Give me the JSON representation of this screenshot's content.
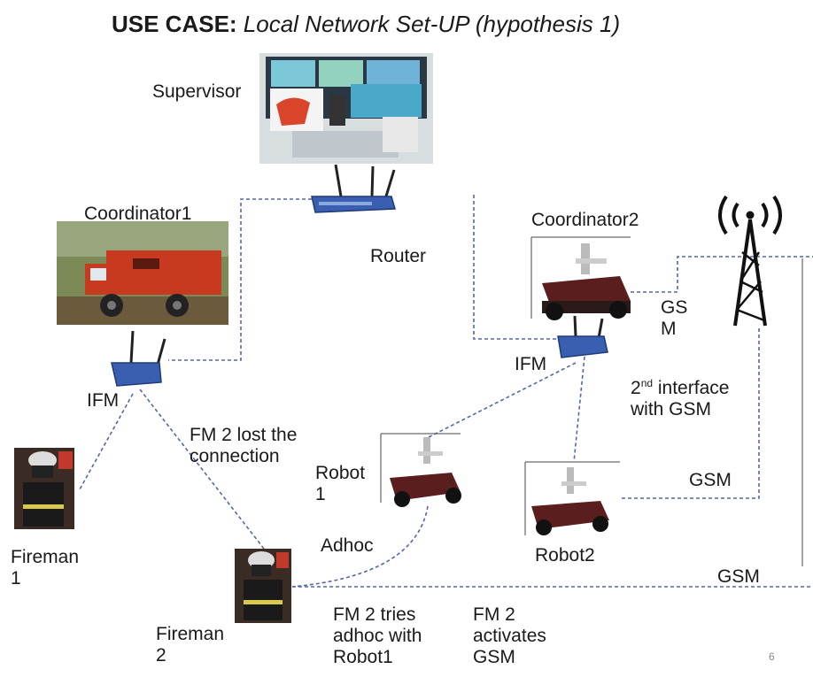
{
  "title": {
    "bold": "USE CASE:",
    "rest": " Local Network Set-UP (hypothesis 1)"
  },
  "labels": {
    "supervisor": "Supervisor",
    "coordinator1": "Coordinator1",
    "router": "Router",
    "coordinator2": "Coordinator2",
    "ifm_left": "IFM",
    "ifm_right": "IFM",
    "gsm_split": "GS\nM",
    "second_interface_pre": "2",
    "second_interface_sup": "nd",
    "second_interface_post": " interface\nwith GSM",
    "fm2_lost": "FM 2 lost the\nconnection",
    "robot1": "Robot\n1",
    "robot2": "Robot2",
    "gsm_robot2": "GSM",
    "gsm_bottom": "GSM",
    "fireman1": "Fireman\n1",
    "fireman2": "Fireman\n2",
    "adhoc": "Adhoc",
    "fm2_tries": "FM 2 tries\nadhoc with\nRobot1",
    "fm2_activates": "FM 2\nactivates\nGSM",
    "page_number": "6"
  },
  "colors": {
    "link": "#5566aa",
    "router_body": "#3a5fb0",
    "truck": "#c83a20",
    "robot": "#5a1e1e"
  },
  "icons": [
    "monitor-photo",
    "router-icon",
    "truck-photo",
    "robot-photo",
    "fireman-photo",
    "gsm-tower-icon"
  ]
}
